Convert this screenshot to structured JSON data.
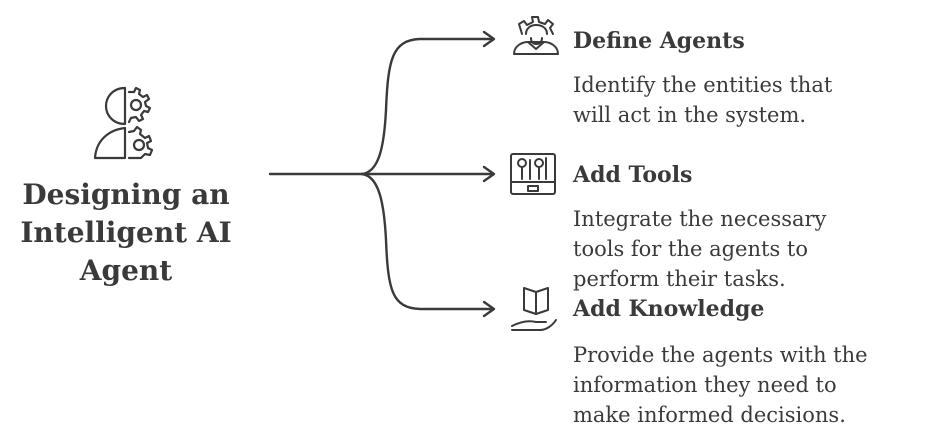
{
  "title": "Designing an\nIntelligent AI\nAgent",
  "branches": [
    {
      "title": "Define Agents",
      "description": "Identify the entities that\nwill act in the system.",
      "icon": "agent-gear-icon"
    },
    {
      "title": "Add Tools",
      "description": "Integrate the necessary\ntools for the agents to\nperform their tasks.",
      "icon": "toolbox-icon"
    },
    {
      "title": "Add Knowledge",
      "description": "Provide the agents with the\ninformation they need to\nmake informed decisions.",
      "icon": "hand-book-icon"
    }
  ],
  "colors": {
    "ink": "#3a3a3a",
    "background": "#ffffff"
  },
  "center_icon": "brain-gear-head-icon"
}
